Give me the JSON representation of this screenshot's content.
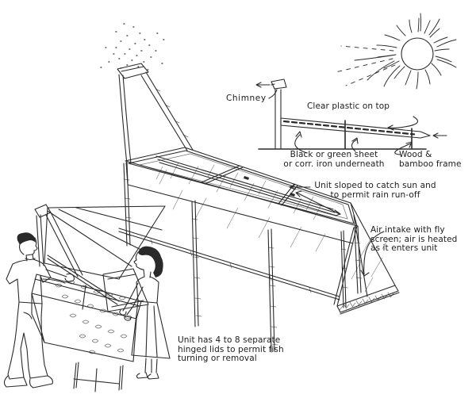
{
  "colors": {
    "ink": "#2a2a2a",
    "background": "#ffffff"
  },
  "labels": {
    "chimney": "Chimney",
    "clear_plastic": "Clear plastic on top",
    "black_sheet": "Black or green sheet\nor corr. iron underneath",
    "wood_frame": "Wood &\nbamboo frame",
    "unit_sloped": "Unit sloped to catch sun and\nto permit rain run-off",
    "air_intake": "Air intake with fly\nscreen; air is heated\nas it enters unit",
    "hinged_lids": "Unit has 4 to 8 separate\nhinged lids to permit fish\nturning or removal"
  }
}
